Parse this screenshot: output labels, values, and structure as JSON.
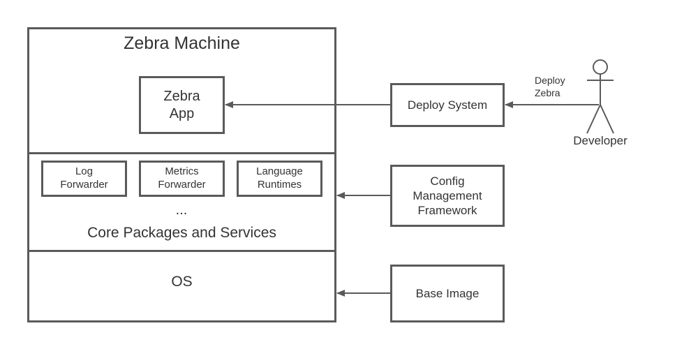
{
  "machine": {
    "title": "Zebra Machine",
    "app_label": "Zebra\nApp",
    "core": {
      "packages": [
        "Log\nForwarder",
        "Metrics\nForwarder",
        "Language\nRuntimes"
      ],
      "ellipsis": "...",
      "label": "Core Packages and Services"
    },
    "os_label": "OS"
  },
  "deploy_system": "Deploy System",
  "config_framework": "Config\nManagement\nFramework",
  "base_image": "Base Image",
  "developer": {
    "label": "Developer",
    "action_label": "Deploy\nZebra"
  },
  "colors": {
    "border": "#5a5a5a",
    "text": "#333333"
  }
}
